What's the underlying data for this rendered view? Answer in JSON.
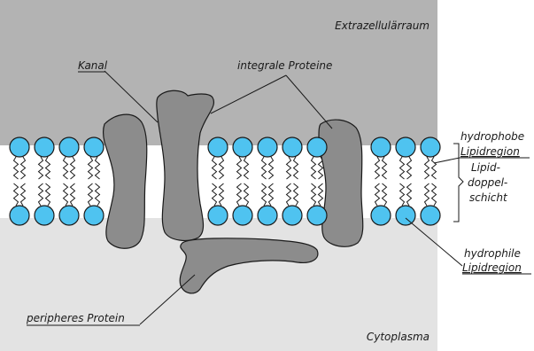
{
  "regions": {
    "extracellular": "Extrazellulärraum",
    "cytoplasm": "Cytoplasma"
  },
  "labels": {
    "channel": "Kanal",
    "integral_proteins": "integrale Proteine",
    "peripheral_protein": "peripheres Protein",
    "hydrophobic_line1": "hydrophobe",
    "hydrophobic_line2": "Lipidregion",
    "bilayer_line1": "Lipid-",
    "bilayer_line2": "doppel-",
    "bilayer_line3": "schicht",
    "hydrophilic_line1": "hydrophile",
    "hydrophilic_line2": "Lipidregion"
  },
  "colors": {
    "extracellular_bg": "#b3b3b3",
    "cytoplasm_bg": "#e3e3e3",
    "lipid_head": "#4fc3f0",
    "protein": "#8c8c8c",
    "outline": "#1a1a1a"
  }
}
